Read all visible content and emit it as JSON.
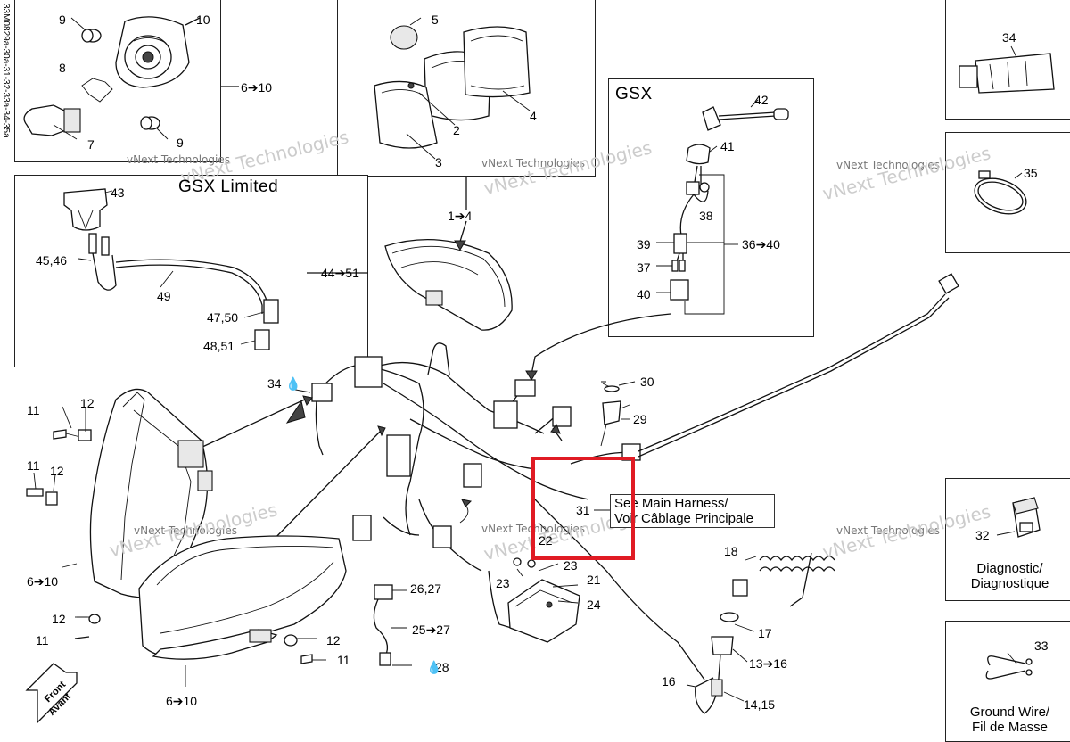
{
  "side_code": "33M0829a-30a-31-32-33a-34-35a",
  "watermark": "vNext Technologies",
  "boxes": {
    "gsx_limited": {
      "title": "GSX Limited"
    },
    "gsx": {
      "title": "GSX"
    },
    "diagnostic": {
      "caption_line1": "Diagnostic/",
      "caption_line2": "Diagnostique"
    },
    "ground_wire": {
      "caption_line1": "Ground Wire/",
      "caption_line2": "Fil de Masse"
    }
  },
  "harness_note": {
    "line1": "See Main Harness/",
    "line2": "Voir Câblage Principale"
  },
  "front_arrow": {
    "line1": "Front",
    "line2": "Avant"
  },
  "callouts": {
    "c9a": "9",
    "c10a": "10",
    "c8": "8",
    "c7": "7",
    "c9b": "9",
    "c6_10a": "6➔10",
    "c5": "5",
    "c2": "2",
    "c3": "3",
    "c4": "4",
    "c1_4": "1➔4",
    "c42": "42",
    "c41": "41",
    "c38": "38",
    "c39": "39",
    "c37": "37",
    "c40": "40",
    "c36_40": "36➔40",
    "c34": "34",
    "c35": "35",
    "c43": "43",
    "c45_46": "45,46",
    "c49": "49",
    "c44_51": "44➔51",
    "c47_50": "47,50",
    "c48_51": "48,51",
    "c34b": "34",
    "c11a": "11",
    "c12a": "12",
    "c11b": "11",
    "c12b": "12",
    "c6_10b": "6➔10",
    "c12c": "12",
    "c11c": "11",
    "c6_10c": "6➔10",
    "c12d": "12",
    "c11d": "11",
    "c30": "30",
    "c29": "29",
    "c31": "31",
    "c22": "22",
    "c23a": "23",
    "c23b": "23",
    "c21": "21",
    "c24": "24",
    "c26_27": "26,27",
    "c25_27": "25➔27",
    "c28": "28",
    "c32": "32",
    "c33": "33",
    "c18": "18",
    "c17": "17",
    "c13_16": "13➔16",
    "c16": "16",
    "c14_15": "14,15"
  }
}
